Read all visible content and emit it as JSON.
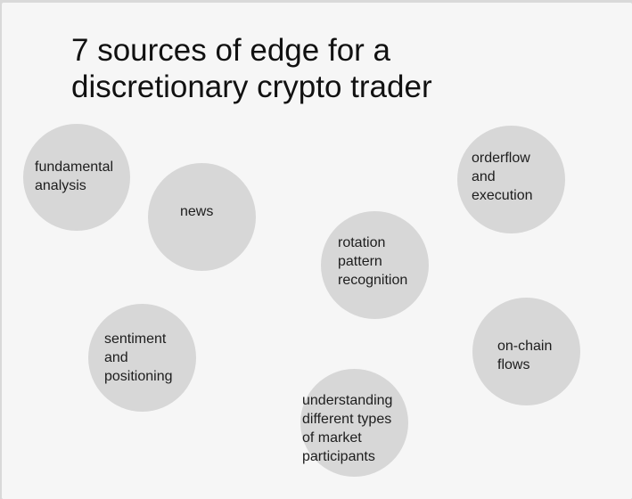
{
  "title": {
    "line1": "7 sources of edge for a",
    "line2": "discretionary crypto trader"
  },
  "nodes": [
    {
      "lines": [
        "fundamental",
        "analysis"
      ]
    },
    {
      "lines": [
        "news"
      ]
    },
    {
      "lines": [
        "orderflow",
        "and",
        "execution"
      ]
    },
    {
      "lines": [
        "rotation",
        "pattern",
        "recognition"
      ]
    },
    {
      "lines": [
        "sentiment",
        "and",
        "positioning"
      ]
    },
    {
      "lines": [
        "on-chain",
        "flows"
      ]
    },
    {
      "lines": [
        "understanding",
        "different types",
        "of market",
        "participants"
      ]
    }
  ],
  "colors": {
    "background": "#d9d9d9",
    "page": "#f6f6f6",
    "circle": "#d7d7d7",
    "text": "#111111"
  }
}
